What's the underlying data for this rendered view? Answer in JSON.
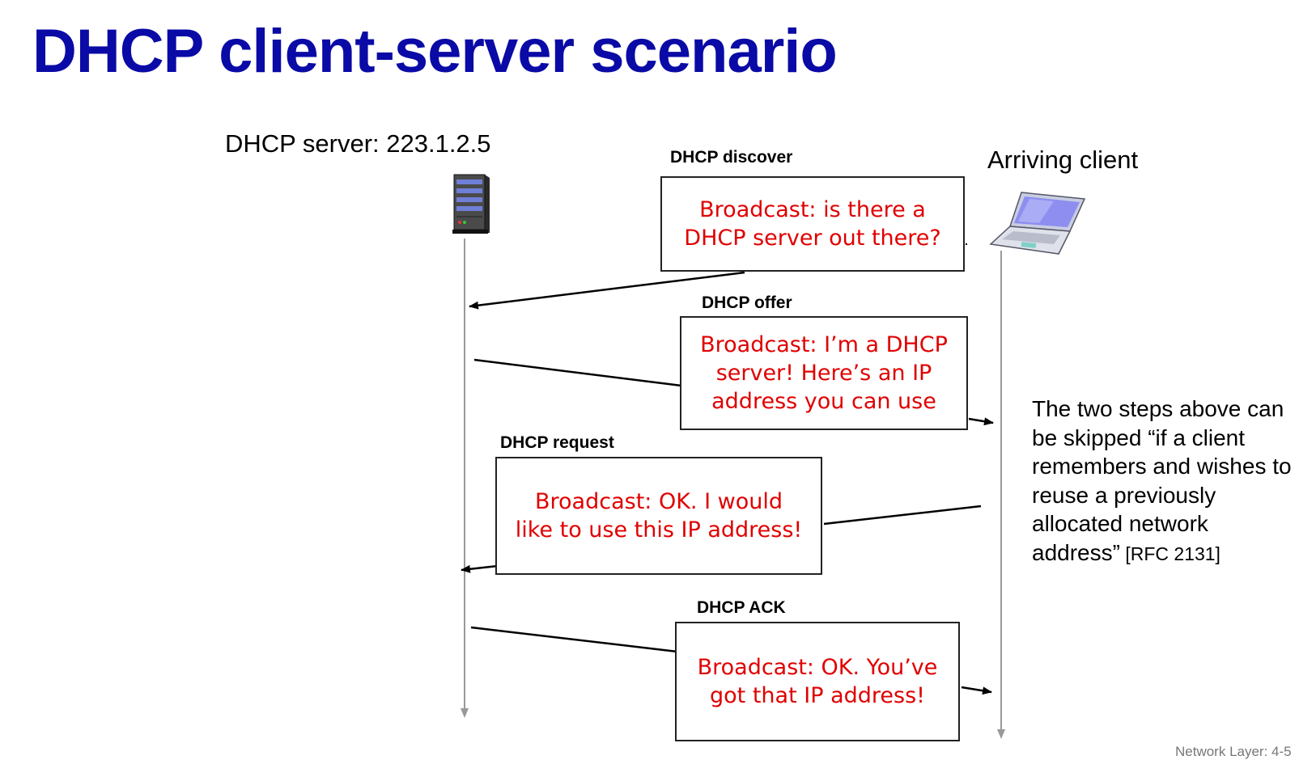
{
  "title": "DHCP client-server scenario",
  "server": {
    "label": "DHCP server: 223.1.2.5",
    "icon": "server-icon"
  },
  "client": {
    "label": "Arriving client",
    "icon": "laptop-icon"
  },
  "messages": [
    {
      "name": "DHCP discover",
      "text": "Broadcast: is there a\nDHCP server out there?",
      "direction": "client-to-server"
    },
    {
      "name": "DHCP offer",
      "text": "Broadcast: I’m a DHCP\nserver! Here’s an IP\naddress you can use",
      "direction": "server-to-client"
    },
    {
      "name": "DHCP request",
      "text": "Broadcast: OK.  I would\nlike to use this IP address!",
      "direction": "client-to-server"
    },
    {
      "name": "DHCP ACK",
      "text": "Broadcast: OK.  You’ve\ngot that IP address!",
      "direction": "server-to-client"
    }
  ],
  "note": {
    "text": "The two steps above can be skipped “if a client remembers and wishes to reuse a previously allocated network address”",
    "ref": " [RFC 2131]"
  },
  "footer": "Network Layer: 4-5",
  "colors": {
    "title": "#0a0aa6",
    "message_text": "#e00000"
  }
}
